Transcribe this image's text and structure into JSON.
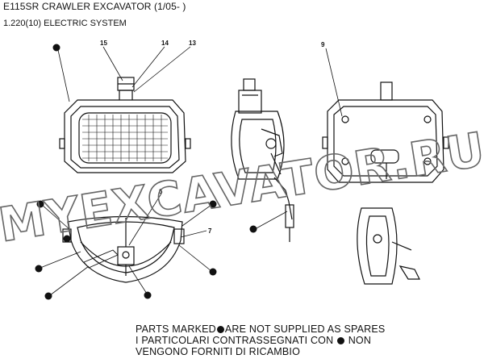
{
  "header": {
    "title": "E115SR CRAWLER EXCAVATOR (1/05- )",
    "subtitle": "1.220(10) ELECTRIC SYSTEM"
  },
  "callouts": {
    "c15": "15",
    "c14": "14",
    "c13": "13",
    "c9": "9",
    "c6": "6",
    "c7": "7"
  },
  "watermark": "MYEXCAVATOR.RU",
  "notes": {
    "line1_a": "PARTS MARKED",
    "line1_b": "ARE NOT SUPPLIED AS SPARES",
    "line2_a": "I PARTICOLARI CONTRASSEGNATI CON",
    "line2_b": "NON",
    "line3": "VENGONO FORNITI DI RICAMBIO"
  },
  "colors": {
    "line": "#111111",
    "watermark_stroke": "#666666",
    "background": "#ffffff"
  }
}
